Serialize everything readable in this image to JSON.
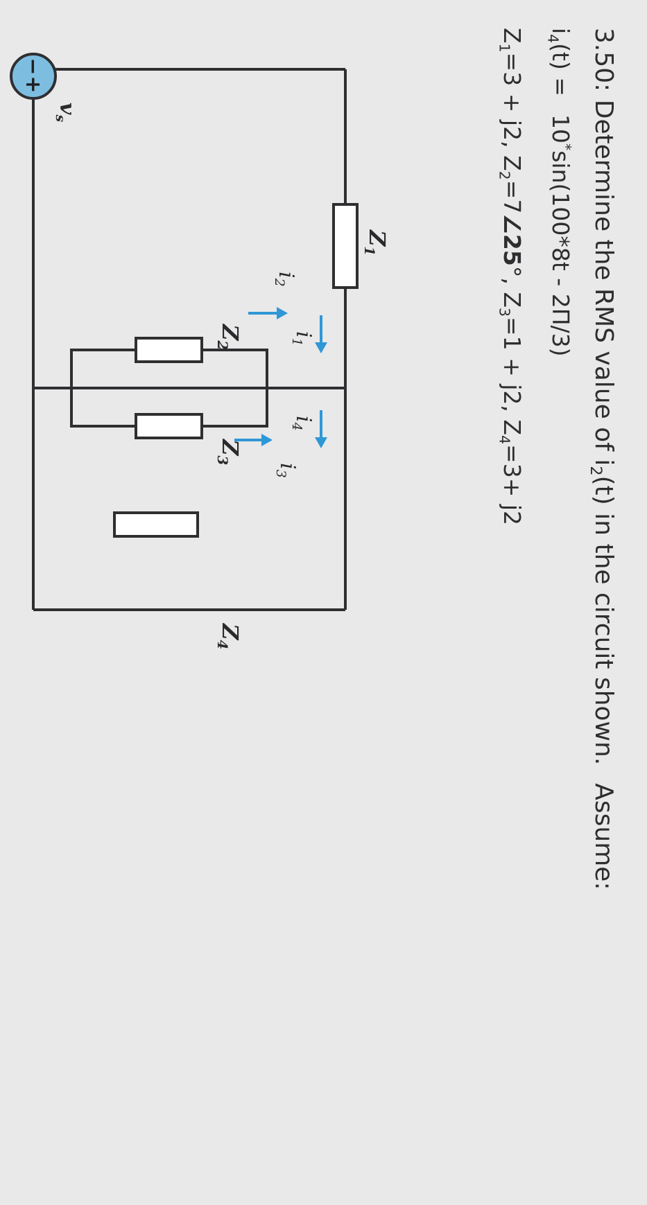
{
  "problem": {
    "number": "3.50:",
    "statement": "Determine the RMS value of i",
    "statement_sub": "2",
    "statement_rest": "(t) in the circuit shown.",
    "assume": "Assume:"
  },
  "given_current": {
    "name": "i",
    "sub": "4",
    "arg": "(t) =",
    "expr_coef": "10",
    "expr_star": "*",
    "expr_rest": "sin(100*8t - 2Π/3)"
  },
  "impedances": [
    {
      "name": "Z",
      "sub": "1",
      "value": "=3 + j2,"
    },
    {
      "name": "Z",
      "sub": "2",
      "value": "=7",
      "angle": "∠25",
      "deg": "°",
      "tail": ","
    },
    {
      "name": "Z",
      "sub": "3",
      "value": "=1 + j2,"
    },
    {
      "name": "Z",
      "sub": "4",
      "value": "=3+ j2"
    }
  ],
  "circuit": {
    "source_label": "v",
    "source_label_sub": "s",
    "plus": "+",
    "minus": "−",
    "component_labels": [
      {
        "name": "Z",
        "sub": "1"
      },
      {
        "name": "Z",
        "sub": "2"
      },
      {
        "name": "Z",
        "sub": "3"
      },
      {
        "name": "Z",
        "sub": "4"
      }
    ],
    "current_labels": [
      {
        "name": "i",
        "sub": "1"
      },
      {
        "name": "i",
        "sub": "2"
      },
      {
        "name": "i",
        "sub": "3"
      },
      {
        "name": "i",
        "sub": "4"
      }
    ],
    "colors": {
      "wire": "#2f2f31",
      "arrow": "#2f97d6",
      "source_fill": "#7dbee0",
      "component_fill": "#ffffff"
    }
  }
}
